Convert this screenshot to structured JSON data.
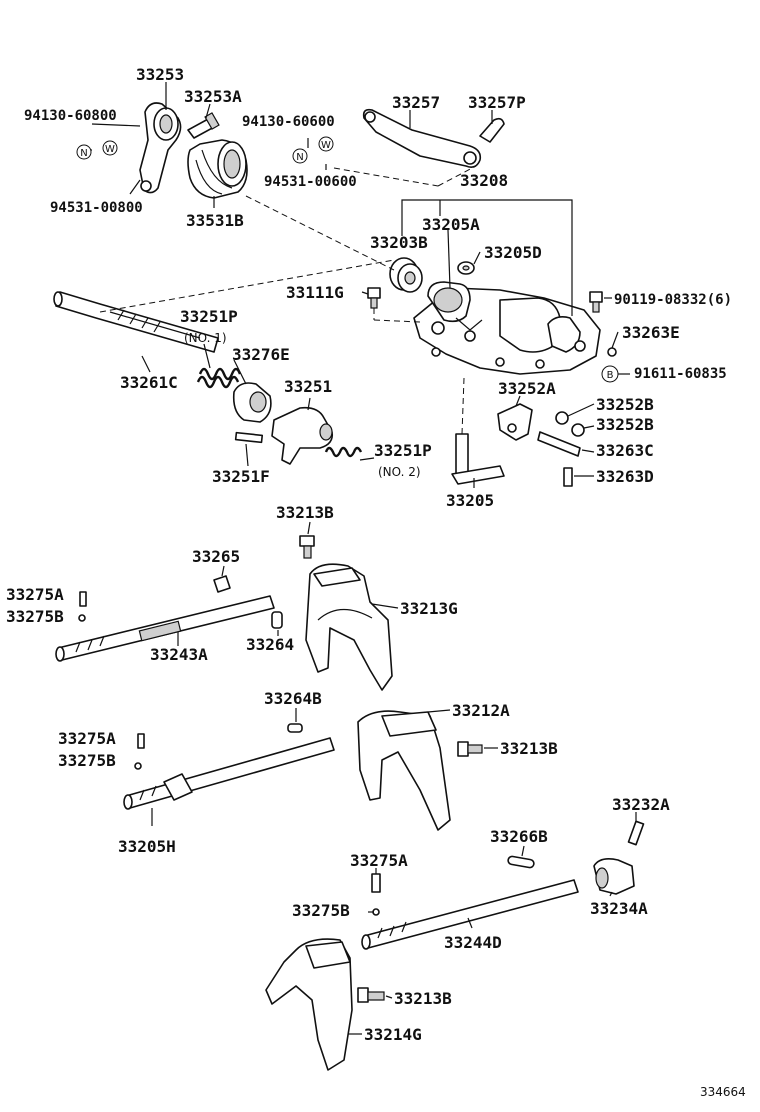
{
  "labels": {
    "p33253": "33253",
    "p33253A": "33253A",
    "p94130_60800": "94130-60800",
    "p94531_00800": "94531-00800",
    "p33531B": "33531B",
    "p33257": "33257",
    "p33257P": "33257P",
    "p94130_60600": "94130-60600",
    "p94531_00600": "94531-00600",
    "p33208": "33208",
    "p33205A": "33205A",
    "p33203B": "33203B",
    "p33205D": "33205D",
    "p33111G": "33111G",
    "p90119": "90119-08332(6)",
    "p33251P_1": "33251P",
    "no1": "(NO. 1)",
    "p33276E": "33276E",
    "p33261C": "33261C",
    "p33251": "33251",
    "p33263E": "33263E",
    "p91611": "91611-60835",
    "p33252A": "33252A",
    "p33252B_1": "33252B",
    "p33252B_2": "33252B",
    "p33263C": "33263C",
    "p33263D": "33263D",
    "p33251F": "33251F",
    "p33251P_2": "33251P",
    "no2": "(NO. 2)",
    "p33205": "33205",
    "p33213B_1": "33213B",
    "p33265": "33265",
    "p33275A_1": "33275A",
    "p33275B_1": "33275B",
    "p33213G": "33213G",
    "p33243A": "33243A",
    "p33264": "33264",
    "p33264B": "33264B",
    "p33212A": "33212A",
    "p33275A_2": "33275A",
    "p33275B_2": "33275B",
    "p33213B_2": "33213B",
    "p33205H": "33205H",
    "p33232A": "33232A",
    "p33266B": "33266B",
    "p33275A_3": "33275A",
    "p33234A": "33234A",
    "p33275B_3": "33275B",
    "p33244D": "33244D",
    "p33213B_3": "33213B",
    "p33214G": "33214G",
    "diagram_id": "334664"
  },
  "badges": {
    "n1": "N",
    "w1": "W",
    "n2": "N",
    "w2": "W",
    "b1": "B"
  }
}
